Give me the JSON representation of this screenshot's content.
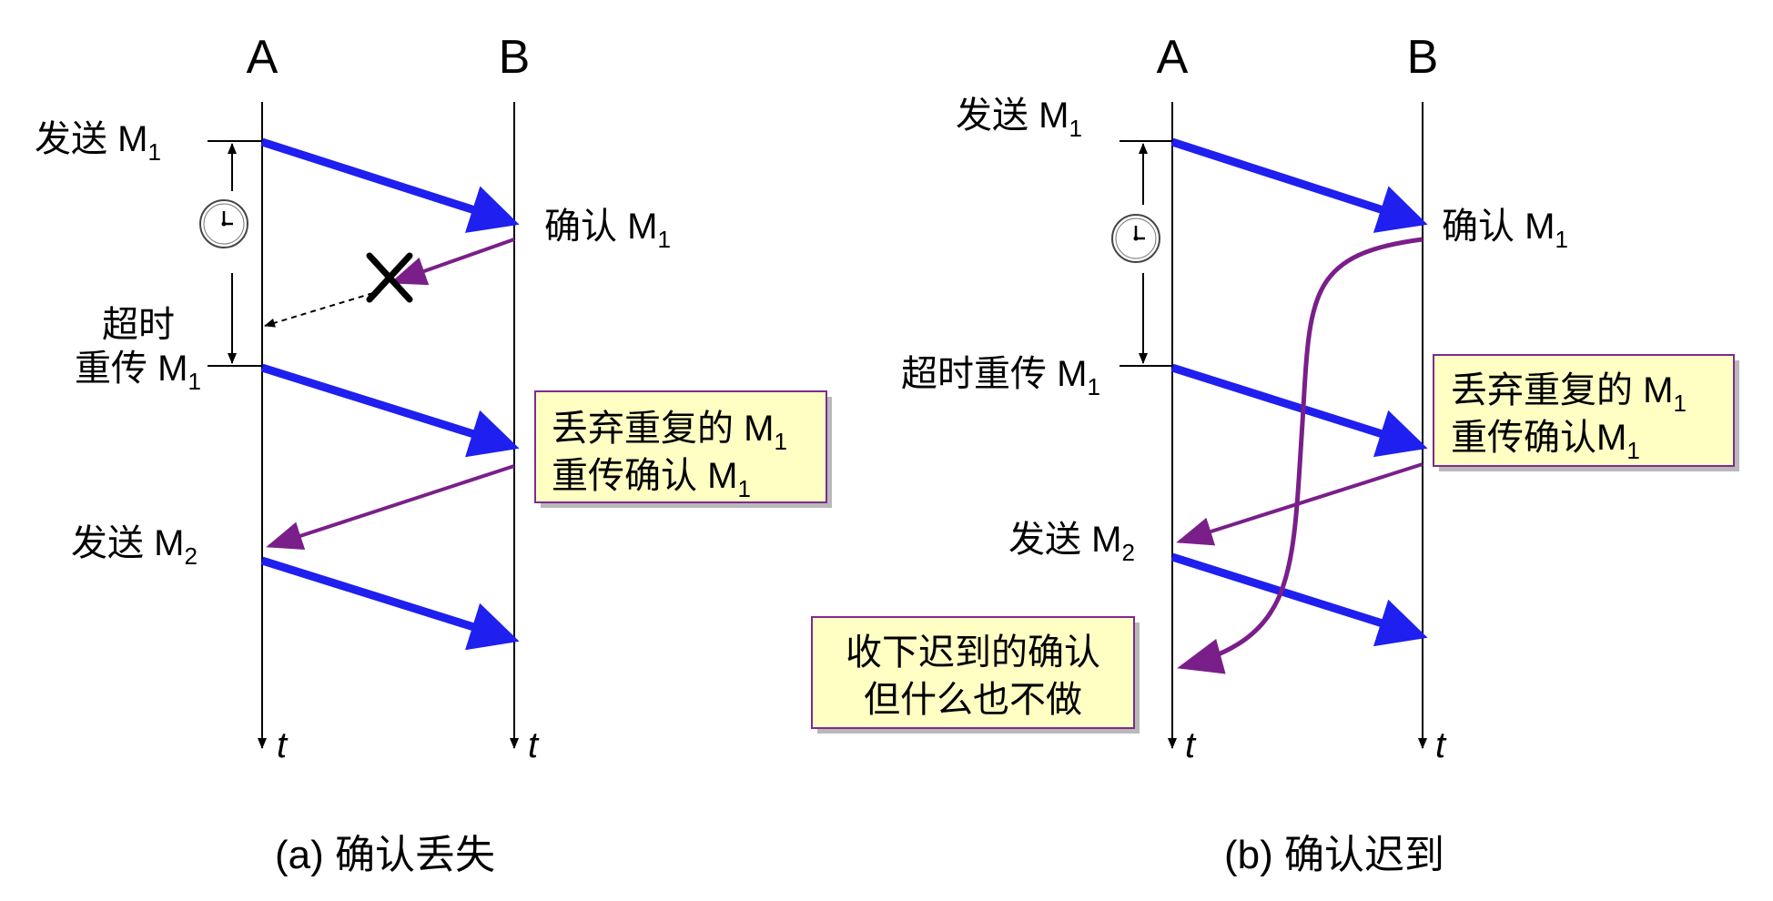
{
  "colors": {
    "message": "#1f1ff0",
    "ack": "#7a1f8a",
    "note_fill": "#ffffc4",
    "note_border": "#7f2a8f",
    "cross": "#000000"
  },
  "icons": {
    "timer": "clock-icon",
    "lost": "cross-icon"
  },
  "panel_a": {
    "node_a": "A",
    "node_b": "B",
    "send_m1": "发送 M",
    "send_m1_sub": "1",
    "ack_m1": "确认 M",
    "ack_m1_sub": "1",
    "timeout": "超时",
    "resend_m1": "重传 M",
    "resend_m1_sub": "1",
    "send_m2": "发送 M",
    "send_m2_sub": "2",
    "note_line1": "丢弃重复的 M",
    "note_line1_sub": "1",
    "note_line2": "重传确认 M",
    "note_line2_sub": "1",
    "t_a": "t",
    "t_b": "t",
    "caption": "(a) 确认丢失"
  },
  "panel_b": {
    "node_a": "A",
    "node_b": "B",
    "send_m1": "发送 M",
    "send_m1_sub": "1",
    "ack_m1": "确认 M",
    "ack_m1_sub": "1",
    "timeout_resend": "超时重传 M",
    "timeout_resend_sub": "1",
    "send_m2": "发送 M",
    "send_m2_sub": "2",
    "note1_line1": "丢弃重复的 M",
    "note1_line1_sub": "1",
    "note1_line2": "重传确认M",
    "note1_line2_sub": "1",
    "note2_line1": "收下迟到的确认",
    "note2_line2": "但什么也不做",
    "t_a": "t",
    "t_b": "t",
    "caption": "(b) 确认迟到"
  }
}
